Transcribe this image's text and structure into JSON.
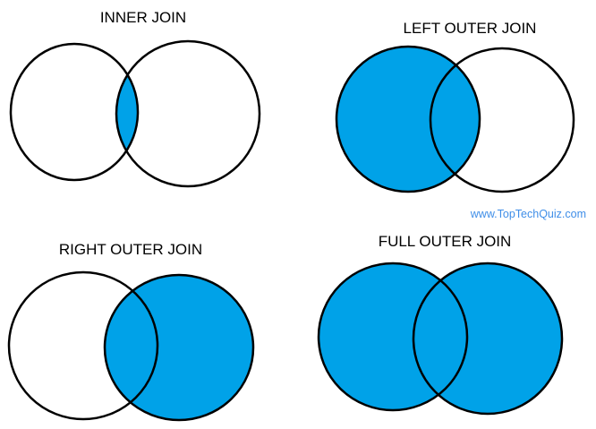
{
  "colors": {
    "fill": "#00a2e8",
    "outline": "#000000",
    "watermark": "#3f8ee8"
  },
  "diagrams": [
    {
      "id": "inner",
      "title": "INNER JOIN",
      "shade": "intersection"
    },
    {
      "id": "left",
      "title": "LEFT OUTER JOIN",
      "shade": "left"
    },
    {
      "id": "right",
      "title": "RIGHT OUTER JOIN",
      "shade": "right"
    },
    {
      "id": "full",
      "title": "FULL OUTER JOIN",
      "shade": "both"
    }
  ],
  "watermark": "www.TopTechQuiz.com"
}
